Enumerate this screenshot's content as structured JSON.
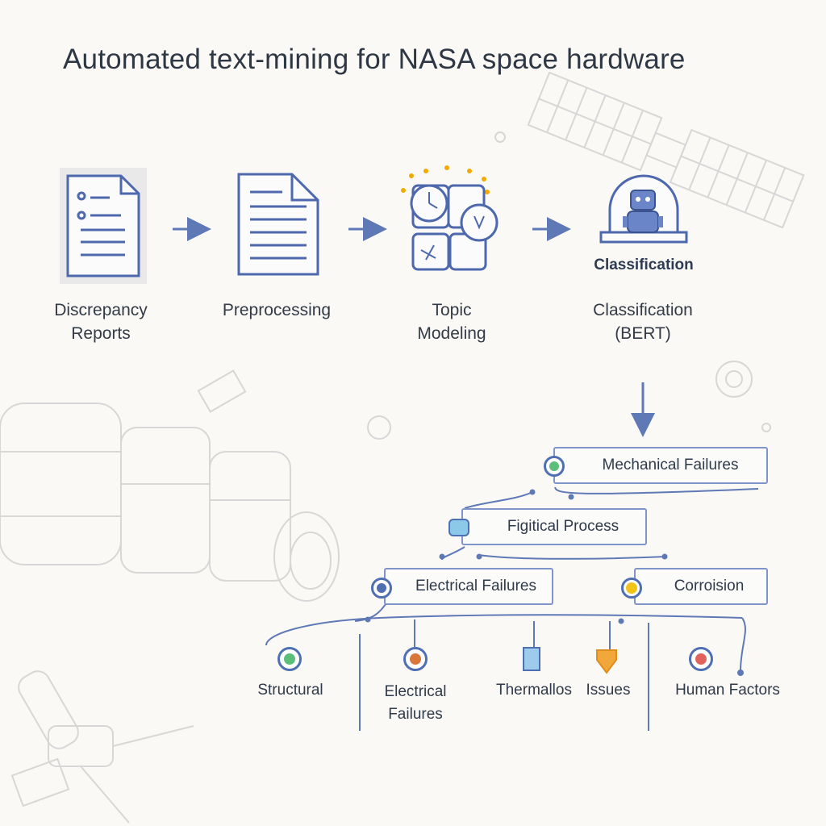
{
  "title": "Automated text-mining for NASA space hardware",
  "pipeline": {
    "stages": [
      {
        "label_line1": "Discrepancy",
        "label_line2": "Reports",
        "icon": "document-icon"
      },
      {
        "label_line1": "Preprocessing",
        "label_line2": "",
        "icon": "page-icon"
      },
      {
        "label_line1": "Topic",
        "label_line2": "Modeling",
        "icon": "topic-grid-icon"
      },
      {
        "label_line1": "Classification",
        "label_line2": "(BERT)",
        "icon": "robot-icon"
      }
    ],
    "badge_label": "Classification"
  },
  "tree": {
    "level1": {
      "label": "Mechanical Failures",
      "marker_color": "#5bbf7a"
    },
    "level2": {
      "label": "Figitical Process",
      "marker_color": "#8cc8e8"
    },
    "level3": [
      {
        "label": "Electrical Failures",
        "marker_color": "#4f6fb3"
      },
      {
        "label": "Corroision",
        "marker_color": "#f0c419"
      }
    ],
    "leaves": [
      {
        "label_line1": "Structural",
        "label_line2": "",
        "marker_color": "#5bbf7a"
      },
      {
        "label_line1": "Electrical",
        "label_line2": "Failures",
        "marker_color": "#d9773a"
      },
      {
        "label_line1": "Thermallos",
        "label_line2": "",
        "marker_color": "#9ccbeb"
      },
      {
        "label_line1": "Issues",
        "label_line2": "",
        "marker_color": "#f2a73a"
      },
      {
        "label_line1": "Human Factors",
        "label_line2": "",
        "marker_color": "#e0645c"
      }
    ]
  },
  "colors": {
    "line": "#5f79b6",
    "node_border": "#7f95c9",
    "background": "#faf9f6"
  }
}
